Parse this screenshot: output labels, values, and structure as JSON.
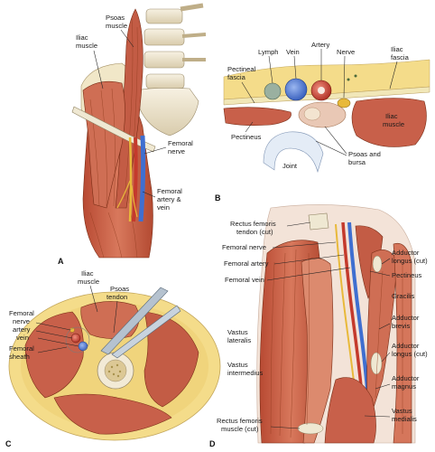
{
  "panels": {
    "A": {
      "letter": "A",
      "labels": {
        "psoas_muscle": [
          "Psoas",
          "muscle"
        ],
        "iliac_muscle": [
          "Iliac",
          "muscle"
        ],
        "femoral_nerve": [
          "Femoral",
          "nerve"
        ],
        "femoral_artery_vein": [
          "Femoral",
          "artery &",
          "vein"
        ]
      }
    },
    "B": {
      "letter": "B",
      "labels": {
        "lymph": [
          "Lymph"
        ],
        "vein": [
          "Vein"
        ],
        "artery": [
          "Artery"
        ],
        "nerve": [
          "Nerve"
        ],
        "iliac_fascia": [
          "Iliac",
          "fascia"
        ],
        "pectineal_fascia": [
          "Pectineal",
          "fascia"
        ],
        "pectineus": [
          "Pectineus"
        ],
        "iliac_muscle": [
          "Iliac",
          "muscle"
        ],
        "joint": [
          "Joint"
        ],
        "psoas_bursa": [
          "Psoas and",
          "bursa"
        ]
      }
    },
    "C": {
      "letter": "C",
      "labels": {
        "iliac_muscle": [
          "Iliac",
          "muscle"
        ],
        "psoas_tendon": [
          "Psoas",
          "tendon"
        ],
        "femoral_nerve_artery_vein": [
          "Femoral",
          "nerve",
          "artery",
          "vein"
        ],
        "femoral_sheath": [
          "Femoral",
          "sheath"
        ]
      }
    },
    "D": {
      "letter": "D",
      "labels": {
        "rectus_tendon": [
          "Rectus femoris",
          "tendon (cut)"
        ],
        "femoral_nerve": [
          "Femoral nerve"
        ],
        "femoral_artery": [
          "Femoral artery"
        ],
        "femoral_vein": [
          "Femoral vein"
        ],
        "vastus_lateralis": [
          "Vastus",
          "lateralis"
        ],
        "vastus_intermedius": [
          "Vastus",
          "intermedius"
        ],
        "rectus_muscle": [
          "Rectus femoris",
          "muscle (cut)"
        ],
        "adductor_longus_top": [
          "Adductor",
          "longus (cut)"
        ],
        "pectineus": [
          "Pectineus"
        ],
        "gracilis": [
          "Gracilis"
        ],
        "adductor_brevis": [
          "Adductor",
          "brevis"
        ],
        "adductor_longus_mid": [
          "Adductor",
          "longus (cut)"
        ],
        "adductor_magnus": [
          "Adductor",
          "magnus"
        ],
        "vastus_medialis": [
          "Vastus",
          "medialis"
        ]
      }
    }
  },
  "colors": {
    "muscle": "#c8604a",
    "muscle_dark": "#a8442e",
    "fascia": "#f1e7b8",
    "bone": "#f2ead6",
    "vein": "#3f6fd0",
    "artery": "#c43a2c",
    "nerve": "#e8b93a",
    "lymph": "#9ab0a0",
    "fat": "#f4dc8a"
  }
}
